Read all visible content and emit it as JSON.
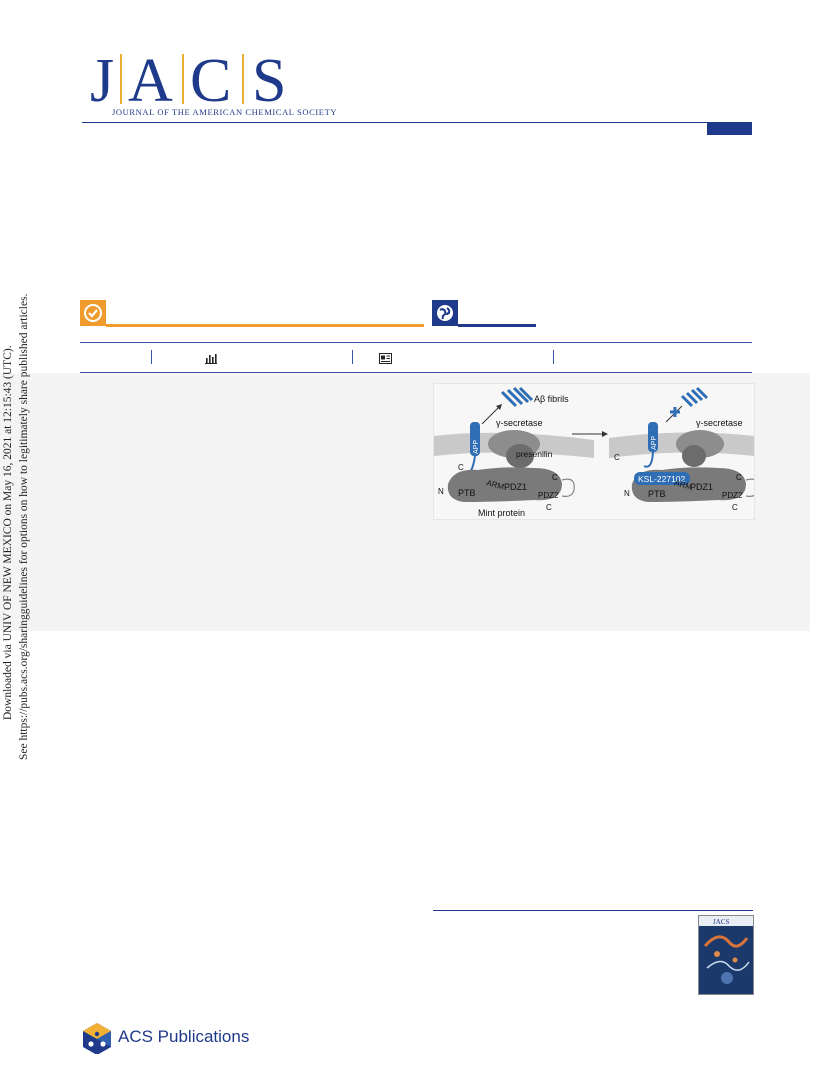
{
  "header": {
    "logo_letters": [
      "J",
      "A",
      "C",
      "S"
    ],
    "logo_subtitle": "JOURNAL OF THE AMERICAN CHEMICAL SOCIETY"
  },
  "colors": {
    "brand_blue": "#1f3a8a",
    "accent_gold": "#e8b030",
    "badge_orange": "#ef9b2d",
    "panel_gray": "#f4f4f4"
  },
  "badges": {
    "left_icon": "checkmark-icon",
    "right_icon": "globe-icon"
  },
  "metrics": {
    "icons": [
      "bar-chart-icon",
      "article-icon"
    ]
  },
  "sidebar": {
    "line1": "Downloaded via UNIV OF NEW MEXICO on May 16, 2021 at 12:15:43 (UTC).",
    "line2": "See https://pubs.acs.org/sharingguidelines for options on how to legitimately share published articles."
  },
  "toc_figure": {
    "labels": {
      "fibrils": "Aβ fibrils",
      "secretase_left": "γ-secretase",
      "secretase_right": "γ-secretase",
      "presenilin": "presenilin",
      "app_left": "APP",
      "app_right": "APP",
      "ptb_left": "PTB",
      "ptb_right": "PTB",
      "arm_left": "ARM",
      "arm_right": "ARM",
      "pdz1_left": "PDZ1",
      "pdz1_right": "PDZ1",
      "pdz2_left": "PDZ2",
      "pdz2_right": "PDZ2",
      "mint": "Mint protein",
      "inhibitor": "KSL-227102",
      "n_left": "N",
      "n_right": "N",
      "c_left_a": "C",
      "c_left_b": "C",
      "c_left_c": "C",
      "c_right_a": "C",
      "c_right_b": "C",
      "c_right_c": "C"
    }
  },
  "cover": {
    "title": "JACS"
  },
  "footer": {
    "publisher": "ACS Publications"
  }
}
